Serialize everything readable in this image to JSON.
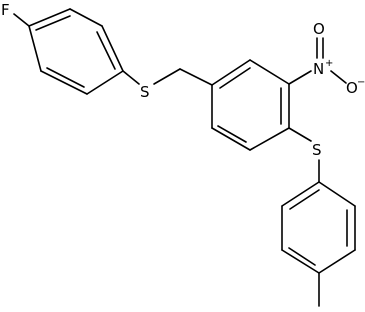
{
  "molecule": {
    "atoms": {
      "fluorine": "F",
      "sulfur_top": "S",
      "sulfur_bottom": "S",
      "nitrogen": "N",
      "oxygen": "O"
    },
    "charges": {
      "nitrogen": "+",
      "oxygen": "−"
    }
  }
}
